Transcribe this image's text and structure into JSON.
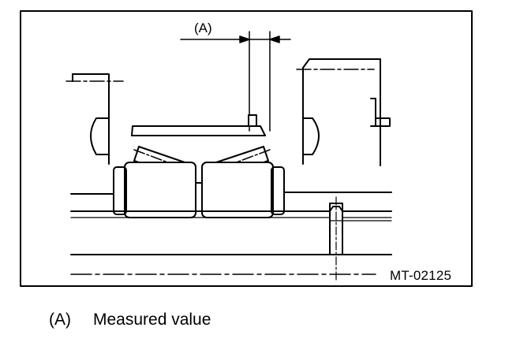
{
  "figure": {
    "code": "MT-02125",
    "dimension_label": "(A)"
  },
  "legend": {
    "items": [
      {
        "key": "(A)",
        "text": "Measured value"
      }
    ]
  }
}
